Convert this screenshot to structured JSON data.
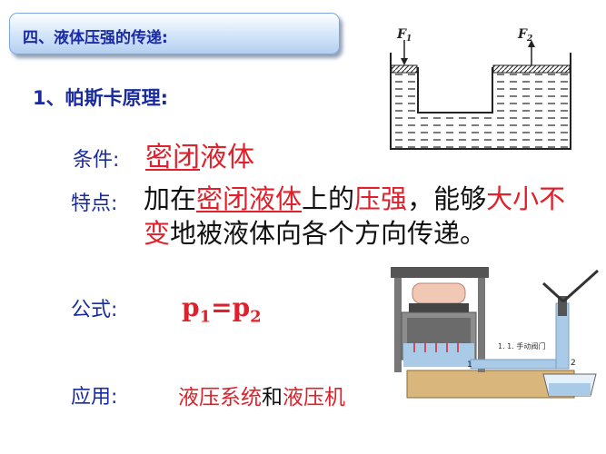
{
  "banner": {
    "title": "四、液体压强的传递:"
  },
  "heading": "1、帕斯卡原理:",
  "condition": {
    "label": "条件:",
    "value_underlined": "密闭",
    "value_rest": "液体"
  },
  "feature": {
    "label": "特点:",
    "parts": [
      "加在",
      "密闭液体",
      "上的",
      "压强",
      "，能够",
      "大小不变",
      "地被液体向各个方向传递。"
    ]
  },
  "formula": {
    "label": "公式:",
    "left": "p",
    "left_sub": "1",
    "eq": "=",
    "right": "p",
    "right_sub": "2"
  },
  "application": {
    "label": "应用:",
    "item1": "液压系统",
    "connector": "和",
    "item2": "液压机"
  },
  "diagram_top": {
    "force_left": "F",
    "force_left_sub": "1",
    "force_right": "F",
    "force_right_sub": "2"
  },
  "diagram_bottom": {
    "caption": "1. 1. 手动阀门",
    "label_1": "1",
    "label_2": "2"
  },
  "colors": {
    "accent_red": "#e0202a",
    "label_blue": "#1a2b9e",
    "water_blue": "#a9cbe8"
  }
}
